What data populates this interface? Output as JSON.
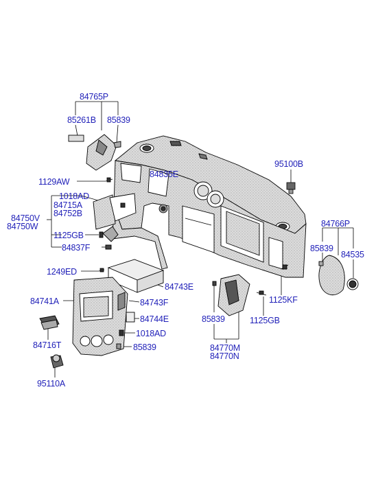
{
  "diagram": {
    "labels": {
      "p84765P": "84765P",
      "p85261B": "85261B",
      "p85839_top": "85839",
      "p95100B": "95100B",
      "p1129AW": "1129AW",
      "p84835E": "84835E",
      "p1018AD_top": "1018AD",
      "p84715A": "84715A",
      "p84752B": "84752B",
      "p84750V": "84750V",
      "p84750W": "84750W",
      "p1125GB_left": "1125GB",
      "p84837F": "84837F",
      "p84766P": "84766P",
      "p85839_right": "85839",
      "p84535": "84535",
      "p1249ED": "1249ED",
      "p84743E": "84743E",
      "p1125KF": "1125KF",
      "p84741A": "84741A",
      "p84743F": "84743F",
      "p84744E": "84744E",
      "p1018AD_bottom": "1018AD",
      "p85839_bottom": "85839",
      "p85839_mid": "85839",
      "p1125GB_right": "1125GB",
      "p84716T": "84716T",
      "p84770M": "84770M",
      "p84770N": "84770N",
      "p95110A": "95110A"
    },
    "colors": {
      "label": "#1f1fb8",
      "line": "#000000",
      "part_fill": "#e8e8e8",
      "part_dark": "#3a3a3a"
    }
  }
}
